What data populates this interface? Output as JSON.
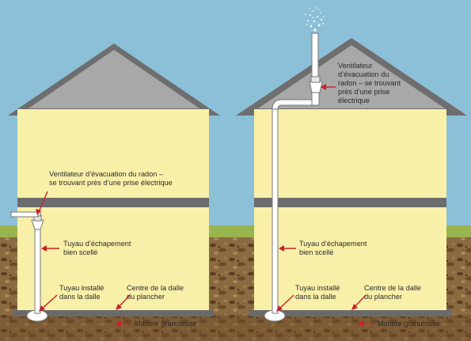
{
  "colors": {
    "sky": "#8cc0d8",
    "wall": "#f8f0a8",
    "roof": "#a8a8a8",
    "roof_trim": "#6e6e6e",
    "floor_band": "#6c6c6c",
    "grass": "#98b44c",
    "soil": "#8a6a40",
    "soil_dark": "#5a3e22",
    "arrow": "#c8202a",
    "pipe": "#ffffff",
    "pipe_outline": "#777777",
    "text": "#2a2a2a"
  },
  "left_house": {
    "fan_label": "Ventilateur d’évacuation du radon –\nse trouvant près d’une prise électrique",
    "pipe_label": "Tuyau d’échapement\nbien scellé",
    "slab_pipe_label": "Tuyau installé\ndans la dalle",
    "slab_center_label": "Centre de la dalle\ndu plancher",
    "gravel_label": "Matière granuleuse"
  },
  "right_house": {
    "fan_label": "Ventilateur\nd’évacuation du\nradon – se trouvant\nprès d’une prise\nélectrique",
    "pipe_label": "Tuyau d’échapement\nbien scellé",
    "slab_pipe_label": "Tuyau installé\ndans la dalle",
    "slab_center_label": "Centre de la dalle\ndu plancher",
    "gravel_label": "Matière granuleuse"
  }
}
